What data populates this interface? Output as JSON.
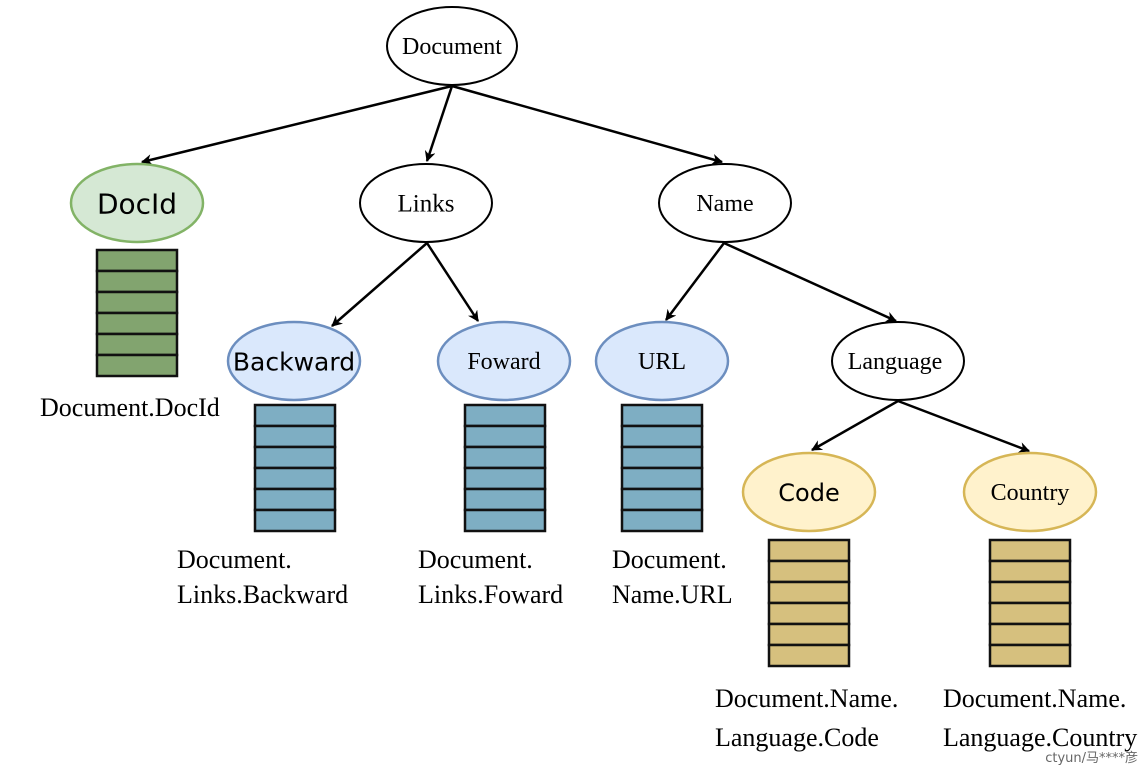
{
  "nodes": {
    "document": {
      "label": "Document"
    },
    "docid": {
      "label": "DocId",
      "fill": "#d5e8d4",
      "stroke": "#82b366"
    },
    "links": {
      "label": "Links"
    },
    "name": {
      "label": "Name"
    },
    "backward": {
      "label": "Backward",
      "fill": "#dae8fc",
      "stroke": "#6c8ebf"
    },
    "foward": {
      "label": "Foward",
      "fill": "#dae8fc",
      "stroke": "#6c8ebf"
    },
    "url": {
      "label": "URL",
      "fill": "#dae8fc",
      "stroke": "#6c8ebf"
    },
    "language": {
      "label": "Language"
    },
    "code": {
      "label": "Code",
      "fill": "#fff2cc",
      "stroke": "#d6b656"
    },
    "country": {
      "label": "Country",
      "fill": "#fff2cc",
      "stroke": "#d6b656"
    }
  },
  "columns": {
    "green": "#82a46f",
    "blue": "#7eaec3",
    "gold": "#d6c07e"
  },
  "paths": {
    "docid": {
      "line1": "Document.DocId"
    },
    "backward": {
      "line1": "Document.",
      "line2": "Links.Backward"
    },
    "foward": {
      "line1": "Document.",
      "line2": "Links.Foward"
    },
    "url": {
      "line1": "Document.",
      "line2": "Name.URL"
    },
    "code": {
      "line1": "Document.Name.",
      "line2": "Language.Code"
    },
    "country": {
      "line1": "Document.Name.",
      "line2": "Language.Country"
    }
  },
  "watermark": "ctyun/马****彦"
}
